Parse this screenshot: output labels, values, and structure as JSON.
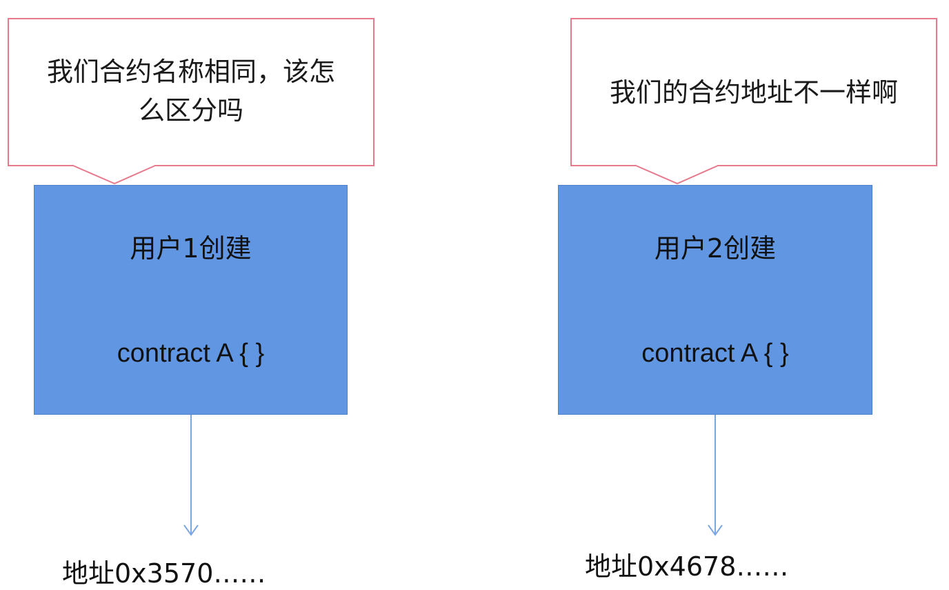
{
  "callouts": {
    "left": {
      "line1": "我们合约名称相同，该怎",
      "line2": "么区分吗"
    },
    "right": {
      "line1": "我们的合约地址不一样啊"
    }
  },
  "boxes": {
    "left": {
      "title": "用户1创建",
      "code": "contract A { }"
    },
    "right": {
      "title": "用户2创建",
      "code": "contract A { }"
    }
  },
  "addresses": {
    "left": "地址0x3570……",
    "right": "地址0x4678……"
  },
  "colors": {
    "box_fill": "#6196e3",
    "callout_border": "#e67a8c",
    "arrow": "#7aa6e6"
  }
}
